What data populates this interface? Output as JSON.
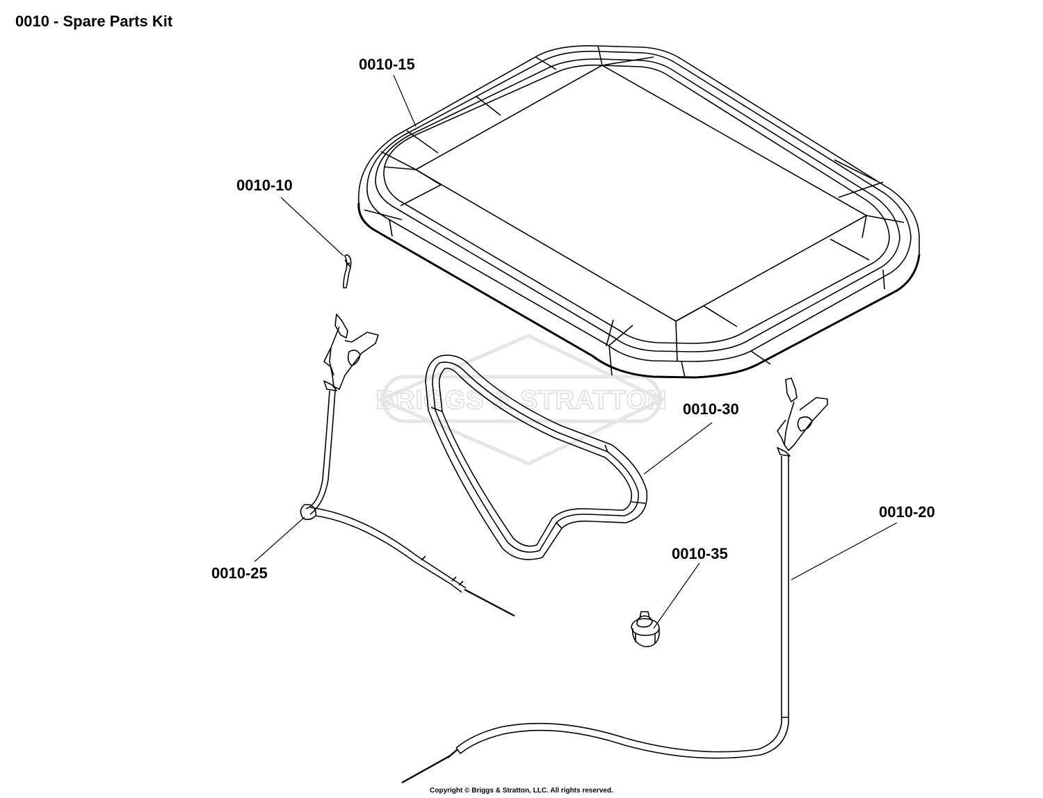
{
  "diagram": {
    "title": "0010 - Spare Parts Kit",
    "watermark": {
      "text": "BRIGGS & STRATTON",
      "color": "#e6e6e6"
    },
    "callouts": [
      {
        "id": "0010-10",
        "label": "0010-10"
      },
      {
        "id": "0010-15",
        "label": "0010-15"
      },
      {
        "id": "0010-20",
        "label": "0010-20"
      },
      {
        "id": "0010-25",
        "label": "0010-25"
      },
      {
        "id": "0010-30",
        "label": "0010-30"
      },
      {
        "id": "0010-35",
        "label": "0010-35"
      }
    ],
    "copyright": "Copyright © Briggs & Stratton, LLC. All rights reserved.",
    "colors": {
      "ink": "#000000",
      "paper": "#ffffff"
    }
  }
}
